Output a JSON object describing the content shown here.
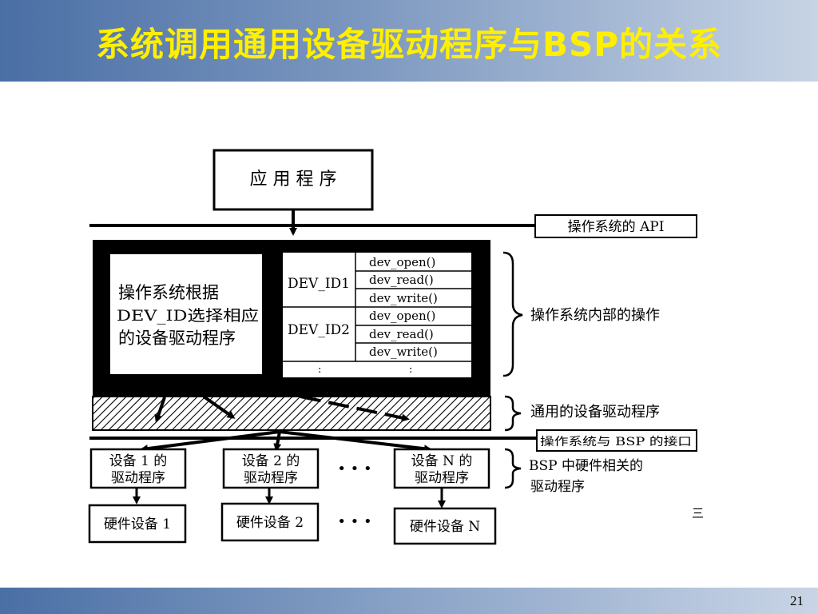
{
  "slide": {
    "title": "系统调用通用设备驱动程序与BSP的关系",
    "page_number": "21"
  },
  "diagram": {
    "app_box": "应 用 程 序",
    "os_api_label": "操作系统的 API",
    "os_select_text": [
      "操作系统根据",
      "DEV_ID选择相应",
      "的设备驱动程序"
    ],
    "dev_ids": [
      "DEV_ID1",
      "DEV_ID2"
    ],
    "dev_funcs": [
      "dev_open()",
      "dev_read()",
      "dev_write()",
      "dev_open()",
      "dev_read()",
      "dev_write()"
    ],
    "ellipsis_colon": ":",
    "brace_os_internal": "操作系统内部的操作",
    "brace_generic_driver": "通用的设备驱动程序",
    "bsp_interface_label": "操作系统与 BSP 的接口",
    "device_drivers": [
      [
        "设备 1 的",
        "驱动程序"
      ],
      [
        "设备 2 的",
        "驱动程序"
      ],
      [
        "设备 N 的",
        "驱动程序"
      ]
    ],
    "hardware_devices": [
      "硬件设备 1",
      "硬件设备 2",
      "硬件设备 N"
    ],
    "dots": "• • •",
    "brace_bsp": [
      "BSP 中硬件相关的",
      "驱动程序"
    ],
    "side_mark": "三"
  }
}
